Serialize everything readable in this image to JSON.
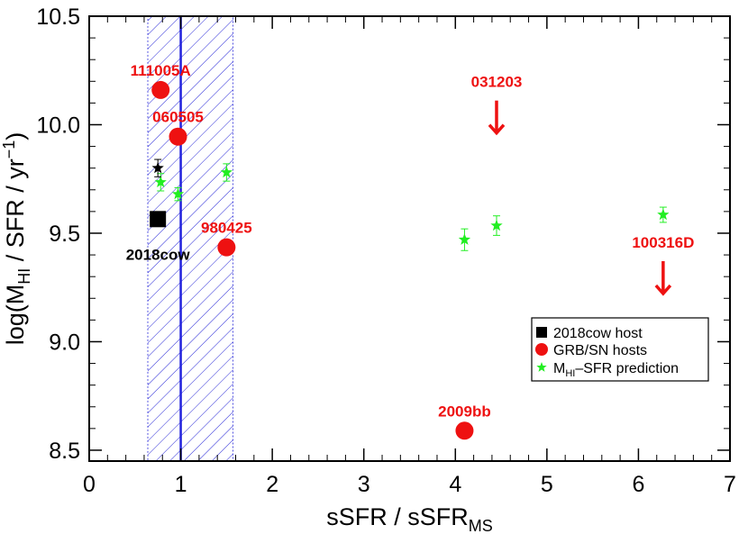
{
  "chart_data": {
    "type": "scatter",
    "xlabel": "sSFR / sSFR",
    "xlabel_sub": "MS",
    "ylabel_pre": "log(M",
    "ylabel_sub": "HI",
    "ylabel_mid": " / SFR / yr",
    "ylabel_sup": "−1",
    "ylabel_post": ")",
    "xlim": [
      0,
      7
    ],
    "ylim": [
      8.45,
      10.5
    ],
    "xticks": [
      0,
      1,
      2,
      3,
      4,
      5,
      6,
      7
    ],
    "yticks": [
      8.5,
      9.0,
      9.5,
      10.0,
      10.5
    ],
    "ytick_labels": [
      "8.5",
      "9.0",
      "9.5",
      "10.0",
      "10.5"
    ],
    "grid": false,
    "legend_position": "bottom-right",
    "reference_line": {
      "x": 1.0,
      "color": "#2222dd"
    },
    "shaded_band": {
      "x_range": [
        0.64,
        1.57
      ],
      "color": "#2222dd",
      "pattern": "diagonal-hatch"
    },
    "series": [
      {
        "name": "2018cow host",
        "marker": "square",
        "color": "#000000",
        "points": [
          {
            "x": 0.75,
            "y": 9.565,
            "label": "2018cow",
            "label_color": "#000000"
          }
        ]
      },
      {
        "name": "GRB/SN hosts",
        "marker": "circle",
        "color": "#ee1111",
        "points": [
          {
            "x": 0.78,
            "y": 10.16,
            "label": "111005A"
          },
          {
            "x": 0.97,
            "y": 9.945,
            "label": "060505"
          },
          {
            "x": 1.5,
            "y": 9.435,
            "label": "980425"
          },
          {
            "x": 4.1,
            "y": 8.59,
            "label": "2009bb"
          }
        ]
      },
      {
        "name": "M",
        "name_sub": "HI",
        "name_post": "–SFR prediction",
        "marker": "star",
        "color": "#22ee22",
        "points": [
          {
            "x": 0.78,
            "y": 9.735,
            "err": 0.04
          },
          {
            "x": 0.97,
            "y": 9.68,
            "err": 0.03
          },
          {
            "x": 1.5,
            "y": 9.78,
            "err": 0.04
          },
          {
            "x": 4.1,
            "y": 9.47,
            "err": 0.05
          },
          {
            "x": 4.45,
            "y": 9.535,
            "err": 0.045
          },
          {
            "x": 6.27,
            "y": 9.585,
            "err": 0.035
          }
        ]
      }
    ],
    "extra_points": [
      {
        "x": 0.75,
        "y": 9.8,
        "err": 0.04,
        "marker": "star",
        "color": "#000000"
      }
    ],
    "upper_limits": [
      {
        "x": 4.45,
        "y": 10.02,
        "label": "031203",
        "color": "#ee1111"
      },
      {
        "x": 6.27,
        "y": 9.28,
        "label": "100316D",
        "color": "#ee1111"
      }
    ]
  }
}
